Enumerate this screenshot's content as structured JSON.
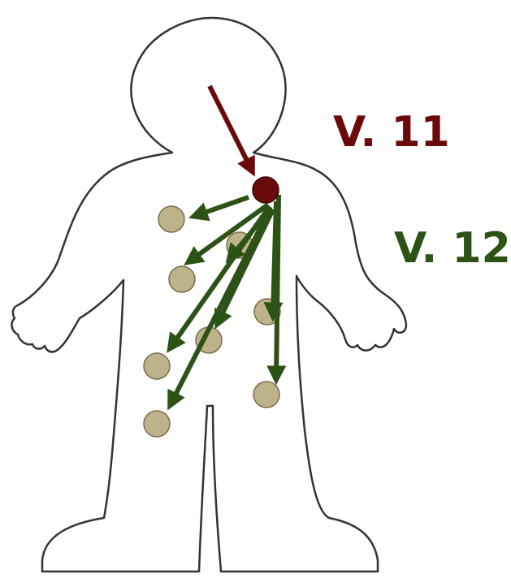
{
  "labels": {
    "v11": "V. 11",
    "v12": "V. 12"
  },
  "colors": {
    "v11": "#6b0a0a",
    "v12": "#2d5216",
    "outline": "#333333",
    "dot_fill": "#beb28a",
    "dot_stroke": "#7a6e4e"
  },
  "icons": {
    "figure": "human-outline-icon",
    "source": "source-dot-icon",
    "target": "target-dot-icon"
  },
  "counts": {
    "target_dots": 8,
    "v12_arrows": 8
  }
}
